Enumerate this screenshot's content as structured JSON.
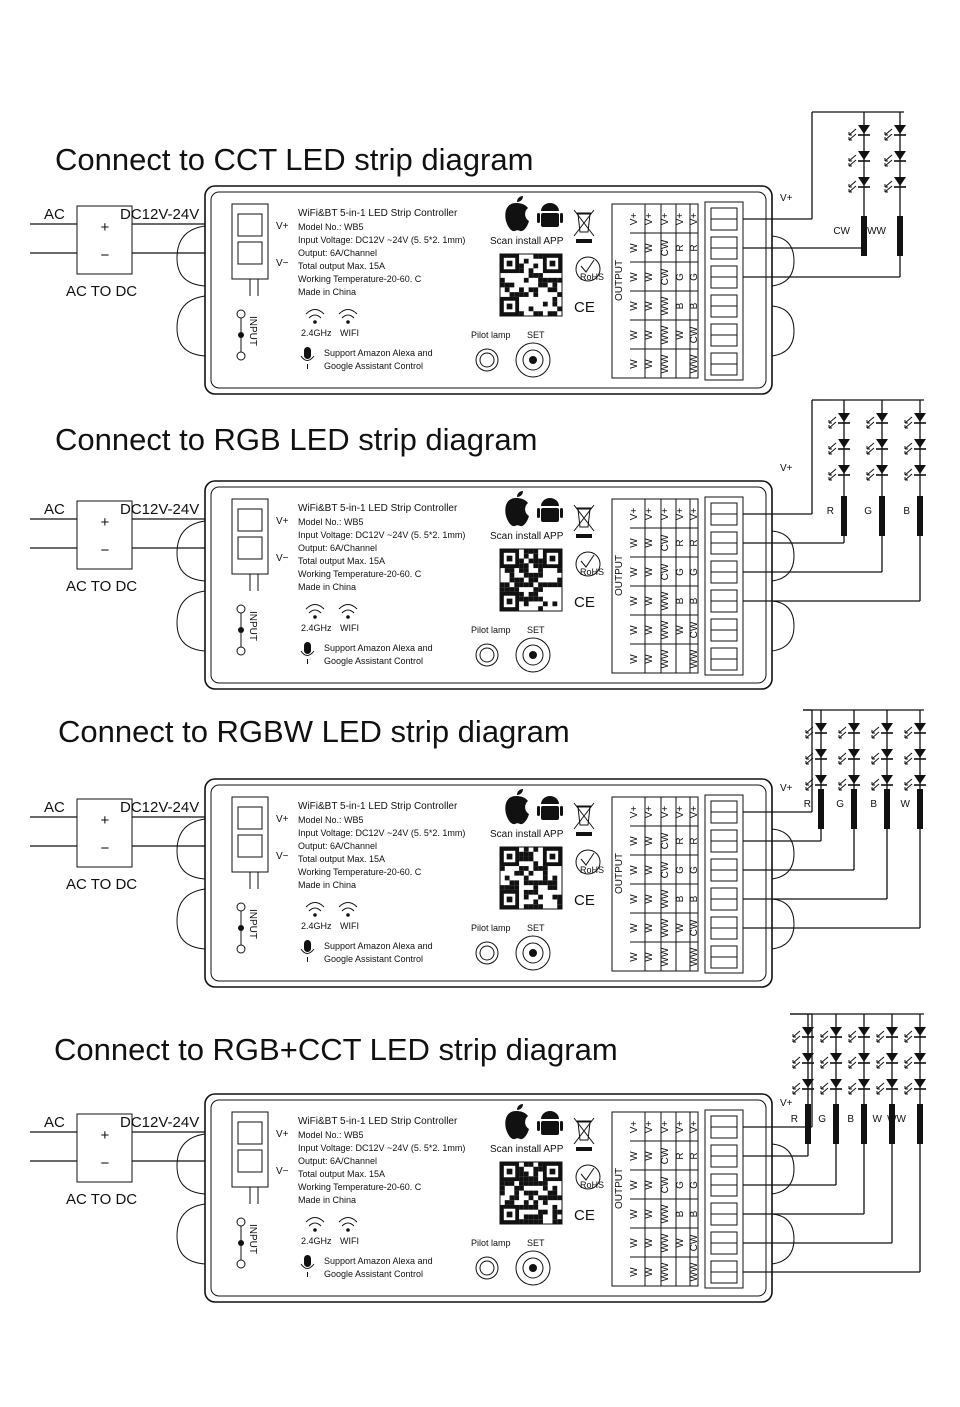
{
  "product": {
    "name": "WiFi&BT 5-in-1 LED Strip Controller",
    "model": "Model No.: WB5",
    "input_voltage": "Input Voltage: DC12V ~24V (5. 5*2. 1mm)",
    "output": "Output: 6A/Channel",
    "total_output": "Total output Max. 15A",
    "working_temp": "Working Temperature-20-60. C",
    "made_in": "Made in China",
    "scan_app": "Scan install APP",
    "wifi_24": "2.4GHz",
    "wifi": "WIFI",
    "alexa_line1": "Support Amazon Alexa and",
    "alexa_line2": "Google Assistant Control",
    "pilot_lamp": "Pilot lamp",
    "set": "SET",
    "input_label": "INPUT",
    "output_label": "OUTPUT",
    "v_plus": "V+",
    "v_minus": "V−",
    "rohs": "RoHS",
    "ce": "CE"
  },
  "power": {
    "ac": "AC",
    "dc": "DC12V-24V",
    "plus": "+",
    "minus": "−",
    "converter": "AC TO DC"
  },
  "output_table": [
    [
      "V+",
      "V+",
      "V+",
      "V+",
      "V+"
    ],
    [
      "W",
      "W",
      "CW",
      "R",
      "R"
    ],
    [
      "W",
      "W",
      "CW",
      "G",
      "G"
    ],
    [
      "W",
      "W",
      "WW",
      "B",
      "B"
    ],
    [
      "W",
      "W",
      "WW",
      "W",
      "CW"
    ],
    [
      "W",
      "W",
      "WW",
      "",
      "WW"
    ]
  ],
  "diagrams": [
    {
      "title": "Connect to CCT LED strip diagram",
      "strip_plus": "V+",
      "channels": [
        "CW",
        "WW"
      ]
    },
    {
      "title": "Connect to RGB LED strip diagram",
      "strip_plus": "V+",
      "channels": [
        "R",
        "G",
        "B"
      ]
    },
    {
      "title": "Connect to RGBW LED strip diagram",
      "strip_plus": "V+",
      "channels": [
        "R",
        "G",
        "B",
        "W"
      ]
    },
    {
      "title": "Connect to RGB+CCT LED strip diagram",
      "strip_plus": "V+",
      "channels": [
        "R",
        "G",
        "B",
        "W",
        "WW"
      ]
    }
  ]
}
